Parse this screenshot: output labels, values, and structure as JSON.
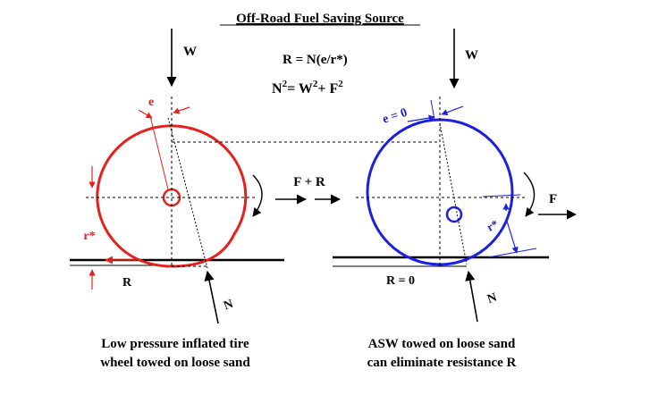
{
  "title": "Off-Road Fuel Saving Source",
  "equations": {
    "resistance": "R = N(e/r*)",
    "normal_lhs": "N",
    "normal_mid": "= W",
    "normal_rhs": "+ F",
    "exponent": "2"
  },
  "left_wheel": {
    "weight_label": "W",
    "offset_label": "e",
    "radius_label": "r*",
    "resistance_label": "R",
    "normal_label": "N",
    "caption_line1": "Low pressure inflated tire",
    "caption_line2": "wheel towed on loose sand",
    "color": "#e8201c"
  },
  "middle": {
    "force_label": "F + R"
  },
  "right_wheel": {
    "weight_label": "W",
    "offset_label": "e = 0",
    "radius_label": "r*",
    "resistance_label": "R = 0",
    "normal_label": "N",
    "force_label": "F",
    "caption_line1": "ASW towed on loose sand",
    "caption_line2": "can eliminate resistance R",
    "color": "#1c20e0"
  },
  "colors": {
    "red": "#e8201c",
    "blue": "#1c20e0",
    "ink": "#000000"
  }
}
